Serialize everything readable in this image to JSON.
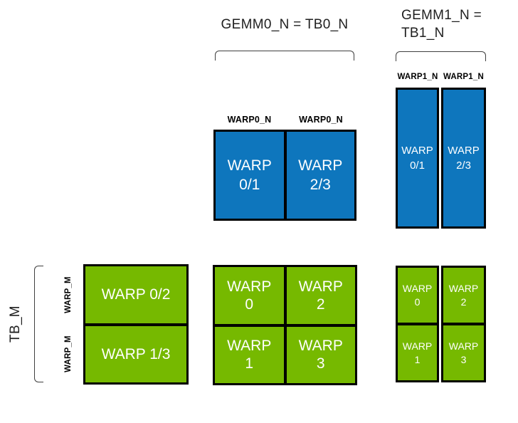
{
  "title_gemm0": "GEMM0_N = TB0_N",
  "title_gemm1": {
    "line1": "GEMM1_N =",
    "line2": "TB1_N"
  },
  "colors": {
    "warp_blue": "#0e76bd",
    "warp_green": "#76b900",
    "box_outline": "#000000",
    "bracket_gray": "#3f3f3f",
    "label_text": "#1a1a1a",
    "box_text": "#ffffff"
  },
  "gemm0_block": {
    "col_labels": [
      "WARP0_N",
      "WARP0_N"
    ],
    "cells": [
      {
        "l1": "WARP",
        "l2": "0/1"
      },
      {
        "l1": "WARP",
        "l2": "2/3"
      }
    ]
  },
  "gemm1_block": {
    "col_labels": [
      "WARP1_N",
      "WARP1_N"
    ],
    "cells": [
      {
        "l1": "WARP",
        "l2": "0/1"
      },
      {
        "l1": "WARP",
        "l2": "2/3"
      }
    ]
  },
  "row_axis": {
    "label": "TB_M",
    "warp_labels": [
      "WARP_M",
      "WARP_M"
    ]
  },
  "left_block": {
    "cells": [
      "WARP 0/2",
      "WARP 1/3"
    ]
  },
  "mid_block": {
    "cells": [
      {
        "l1": "WARP",
        "l2": "0"
      },
      {
        "l1": "WARP",
        "l2": "2"
      },
      {
        "l1": "WARP",
        "l2": "1"
      },
      {
        "l1": "WARP",
        "l2": "3"
      }
    ]
  },
  "right_block": {
    "cells": [
      {
        "l1": "WARP",
        "l2": "0"
      },
      {
        "l1": "WARP",
        "l2": "2"
      },
      {
        "l1": "WARP",
        "l2": "1"
      },
      {
        "l1": "WARP",
        "l2": "3"
      }
    ]
  }
}
